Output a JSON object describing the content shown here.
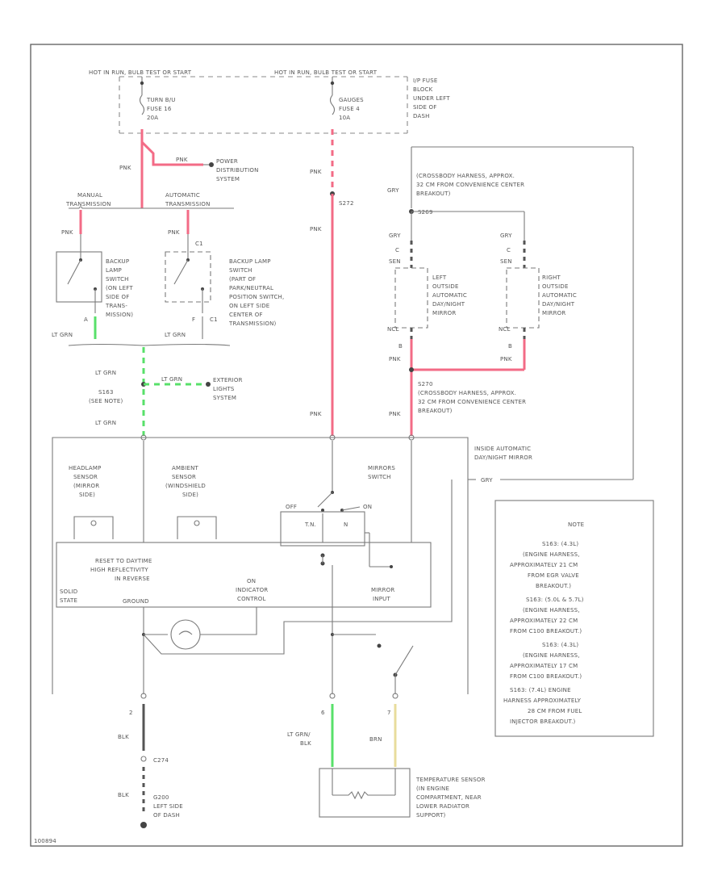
{
  "fuse_block": {
    "feed_left": "HOT IN RUN, BULB TEST OR START",
    "feed_right": "HOT IN RUN, BULB TEST OR START",
    "fuse_left": [
      "TURN B/U",
      "FUSE 16",
      "20A"
    ],
    "fuse_right": [
      "GAUGES",
      "FUSE 4",
      "10A"
    ],
    "block_label": [
      "I/P FUSE",
      "BLOCK",
      "UNDER LEFT",
      "SIDE OF",
      "DASH"
    ]
  },
  "power": {
    "pnk_a": "PNK",
    "pnk_b": "PNK",
    "label": [
      "POWER",
      "DISTRIBUTION",
      "SYSTEM"
    ]
  },
  "transmission": {
    "manual": [
      "MANUAL",
      "TRANSMISSION"
    ],
    "auto": [
      "AUTOMATIC",
      "TRANSMISSION"
    ],
    "pnk_manual": "PNK",
    "pnk_auto": "PNK",
    "c1_top": "C1",
    "c1_bottom": "C1",
    "pin_a": "A",
    "pin_f": "F",
    "ltgrn_a": "LT GRN",
    "ltgrn_b": "LT GRN",
    "switch_manual": [
      "BACKUP",
      "LAMP",
      "SWITCH",
      "(ON LEFT",
      "SIDE OF",
      "TRANS-",
      "MISSION)"
    ],
    "switch_auto": [
      "BACKUP LAMP",
      "SWITCH",
      "(PART OF",
      "PARK/NEUTRAL",
      "POSITION SWITCH,",
      "ON LEFT SIDE",
      "CENTER OF",
      "TRANSMISSION)"
    ]
  },
  "center": {
    "s272": "S272",
    "pnk_a": "PNK",
    "pnk_b": "PNK",
    "pnk_c": "PNK"
  },
  "exterior": {
    "ltgrn_top": "LT GRN",
    "ltgrn_mid": "LT GRN",
    "ltgrn_bot": "LT GRN",
    "splice": [
      "S163",
      "(SEE NOTE)"
    ],
    "label": [
      "EXTERIOR",
      "LIGHTS",
      "SYSTEM"
    ]
  },
  "outside_mirrors": {
    "s269": "S269",
    "s269_text": [
      "(CROSSBODY HARNESS, APPROX.",
      "32 CM FROM CONVENIENCE CENTER",
      "BREAKOUT)"
    ],
    "s270": "S270",
    "s270_text": [
      "(CROSSBODY HARNESS, APPROX.",
      "32 CM FROM CONVENIENCE CENTER",
      "BREAKOUT)"
    ],
    "gry_top": "GRY",
    "gry_left": "GRY",
    "gry_right": "GRY",
    "pin_c_left": "C",
    "pin_c_right": "C",
    "sen_left": "SEN",
    "sen_right": "SEN",
    "ncl_left": "NCL",
    "ncl_right": "NCL",
    "pin_b_left": "B",
    "pin_b_right": "B",
    "pnk_left": "PNK",
    "pnk_right": "PNK",
    "pnk_s270": "PNK",
    "left_mirror": [
      "LEFT",
      "OUTSIDE",
      "AUTOMATIC",
      "DAY/NIGHT",
      "MIRROR"
    ],
    "right_mirror": [
      "RIGHT",
      "OUTSIDE",
      "AUTOMATIC",
      "DAY/NIGHT",
      "MIRROR"
    ]
  },
  "inside_mirror": {
    "label": [
      "INSIDE AUTOMATIC",
      "DAY/NIGHT MIRROR"
    ],
    "gry_tail": "GRY",
    "headlamp": [
      "HEADLAMP",
      "SENSOR",
      "(MIRROR",
      "SIDE)"
    ],
    "ambient": [
      "AMBIENT",
      "SENSOR",
      "(WINDSHIELD",
      "SIDE)"
    ],
    "mirrors_switch": [
      "MIRRORS",
      "SWITCH"
    ],
    "off": "OFF",
    "on": "ON",
    "ta": "T.N.",
    "n": "N",
    "reset": [
      "RESET TO DAYTIME",
      "HIGH REFLECTIVITY",
      "IN REVERSE"
    ],
    "solid_state": [
      "SOLID",
      "STATE"
    ],
    "ground": "GROUND",
    "indicator": [
      "ON",
      "INDICATOR",
      "CONTROL"
    ],
    "mirror_input": [
      "MIRROR",
      "INPUT"
    ]
  },
  "ground": {
    "pin_2": "2",
    "blk_a": "BLK",
    "c274": "C274",
    "blk_b": "BLK",
    "label": [
      "G200",
      "LEFT SIDE",
      "OF DASH"
    ]
  },
  "temp_sensor": {
    "pin_6": "6",
    "pin_7": "7",
    "wire_a": [
      "LT GRN/",
      "BLK"
    ],
    "wire_b": "BRN",
    "label": [
      "TEMPERATURE SENSOR",
      "(IN ENGINE",
      "COMPARTMENT, NEAR",
      "LOWER RADIATOR",
      "SUPPORT)"
    ]
  },
  "note": {
    "title": "NOTE",
    "lines": [
      "S163: (4.3L)",
      "(ENGINE HARNESS,",
      "APPROXIMATELY 21 CM",
      "FROM EGR VALVE",
      "BREAKOUT.)",
      "S163: (5.0L & 5.7L)",
      "(ENGINE HARNESS,",
      "APPROXIMATELY 22 CM",
      "FROM C100 BREAKOUT.)",
      "S163: (4.3L)",
      "(ENGINE HARNESS,",
      "APPROXIMATELY 17 CM",
      "FROM C100 BREAKOUT.)",
      "S163: (7.4L) ENGINE",
      "HARNESS APPROXIMATELY",
      "28 CM FROM FUEL",
      "INJECTOR BREAKOUT.)"
    ]
  },
  "footer_id": "100894"
}
